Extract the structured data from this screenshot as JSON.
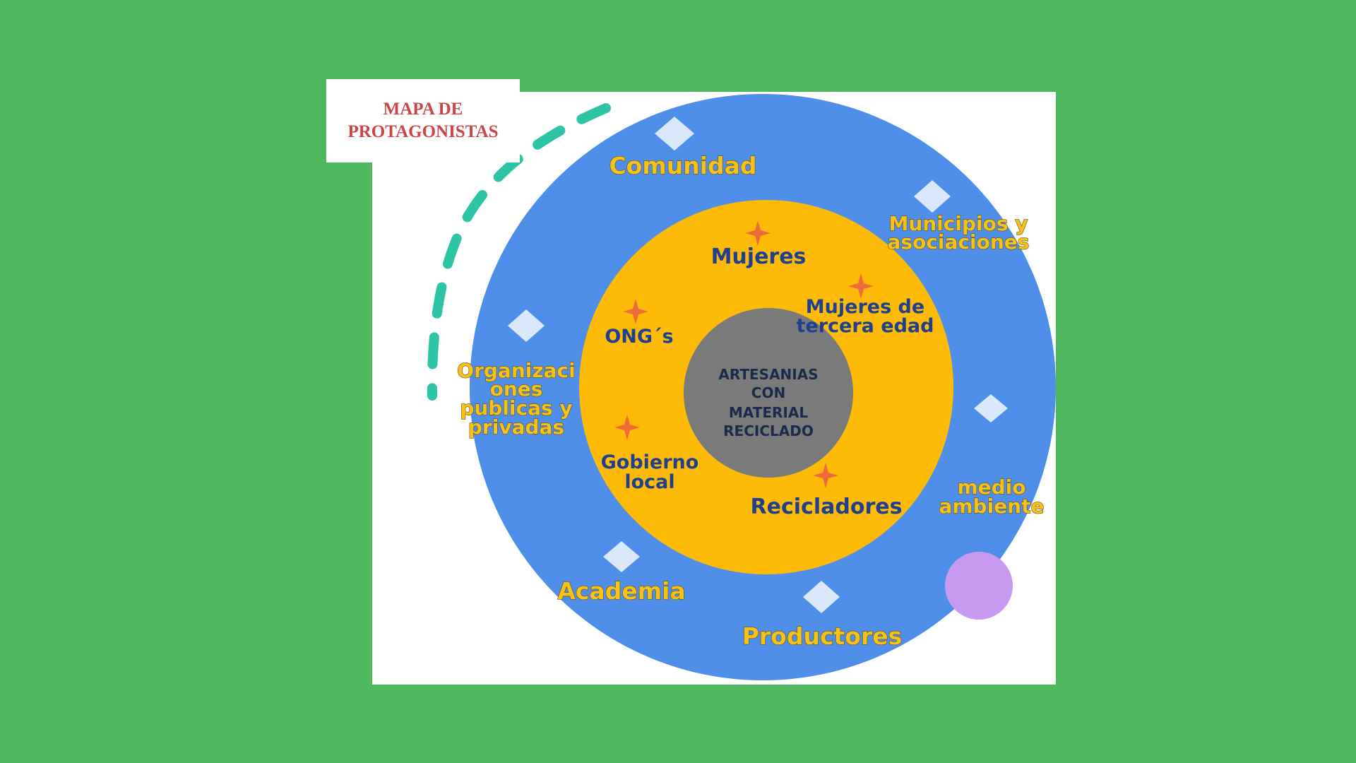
{
  "title": {
    "line1": "MAPA DE",
    "line2": "PROTAGONISTAS"
  },
  "core": {
    "lines": [
      "ARTESANIAS",
      "CON",
      "MATERIAL",
      "RECICLADO"
    ]
  },
  "inner_ring": {
    "mujeres": "Mujeres",
    "mujeres_tercera_1": "Mujeres de",
    "mujeres_tercera_2": "tercera edad",
    "ongs": "ONG´s",
    "gobierno_1": "Gobierno",
    "gobierno_2": "local",
    "recicladores": "Recicladores"
  },
  "outer_ring": {
    "comunidad": "Comunidad",
    "municipios_1": "Municipios y",
    "municipios_2": "asociaciones",
    "organizaciones_1": "Organizaci",
    "organizaciones_2": "ones",
    "organizaciones_3": "publicas y",
    "organizaciones_4": "privadas",
    "medio_1": "medio",
    "medio_2": "ambiente",
    "academia": "Academia",
    "productores": "Productores"
  },
  "colors": {
    "background": "#50b85e",
    "outer_ring": "#4f8fe9",
    "inner_ring": "#fdbb07",
    "core": "#7a7a7a",
    "title_text": "#cc4444",
    "accent_dash": "#2ec4a6",
    "accent_circle": "#c79af0"
  }
}
